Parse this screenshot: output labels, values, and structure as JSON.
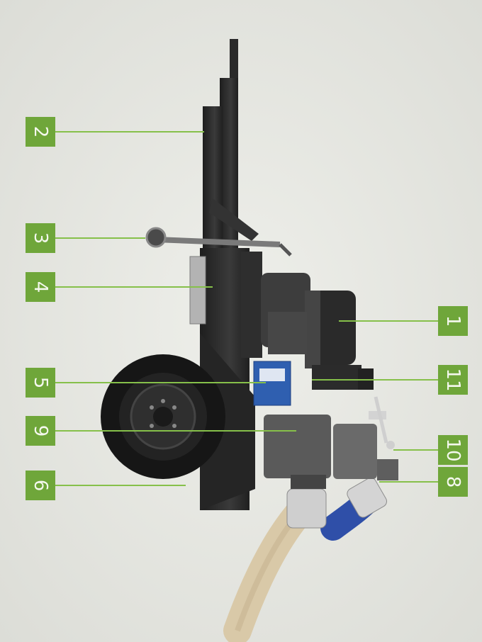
{
  "colors": {
    "label_green": "#6fa63a",
    "background": "#e6e7e2",
    "machine_dark": "#2b2b2b"
  },
  "callouts": [
    {
      "number": "1"
    },
    {
      "number": "2"
    },
    {
      "number": "3"
    },
    {
      "number": "4"
    },
    {
      "number": "5"
    },
    {
      "number": "6"
    },
    {
      "number": "8"
    },
    {
      "number": "9"
    },
    {
      "number": "10"
    },
    {
      "number": "11"
    }
  ]
}
